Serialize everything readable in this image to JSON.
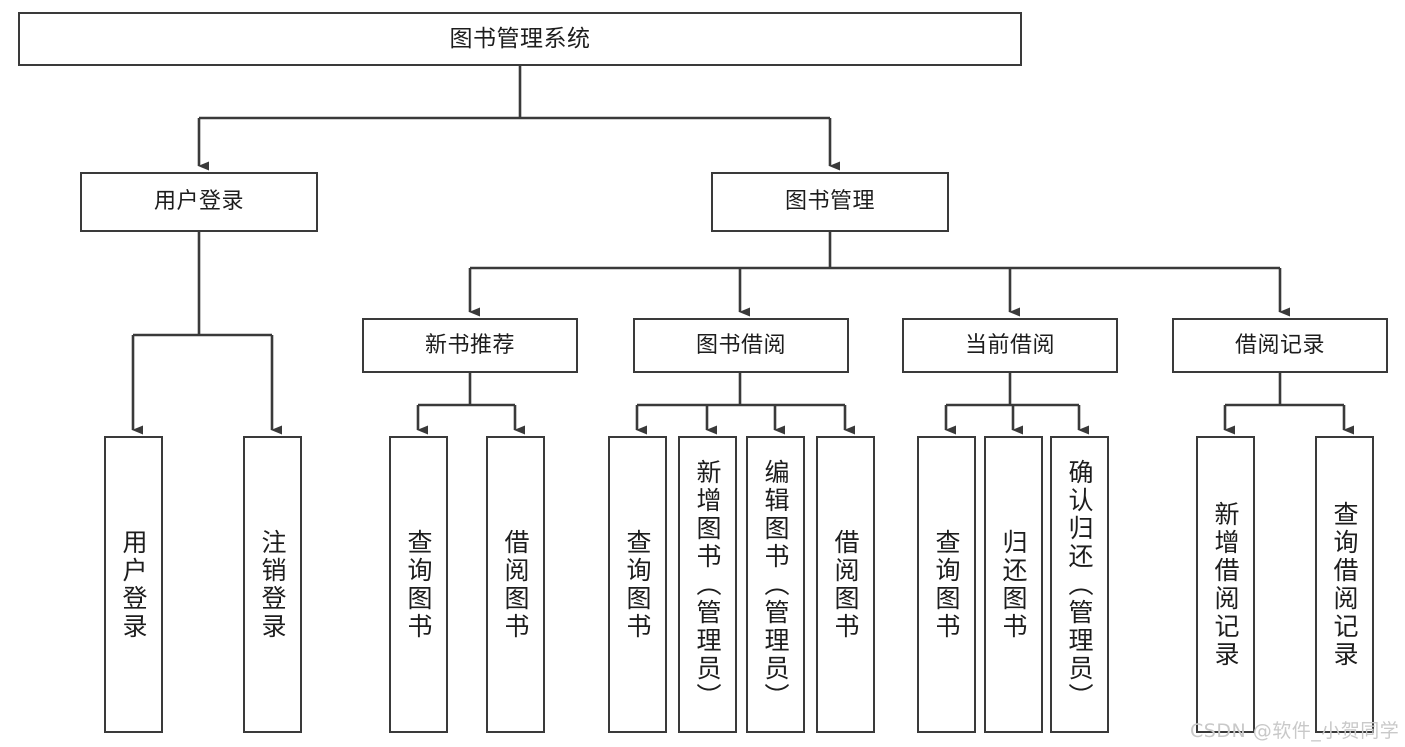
{
  "diagram": {
    "type": "tree-hierarchy-chart",
    "title": "图书管理系统",
    "style": {
      "box_border_color": "#3a3a3a",
      "box_fill_color": "#ffffff",
      "connector_color": "#3a3a3a",
      "text_color": "#1d1d1d",
      "background": "#ffffff",
      "watermark_color": "#c9c9c9"
    },
    "root": {
      "label": "图书管理系统"
    },
    "level2": [
      {
        "id": "user-login",
        "label": "用户登录"
      },
      {
        "id": "book-management",
        "label": "图书管理"
      }
    ],
    "level3": [
      {
        "id": "new-book-recommend",
        "label": "新书推荐",
        "parent": "book-management"
      },
      {
        "id": "book-borrow",
        "label": "图书借阅",
        "parent": "book-management"
      },
      {
        "id": "current-borrow",
        "label": "当前借阅",
        "parent": "book-management"
      },
      {
        "id": "borrow-record",
        "label": "借阅记录",
        "parent": "book-management"
      }
    ],
    "leaves": [
      {
        "id": "leaf-user-login",
        "label": "用户登录",
        "parent": "user-login"
      },
      {
        "id": "leaf-logout",
        "label": "注销登录",
        "parent": "user-login"
      },
      {
        "id": "leaf-query-book-1",
        "label": "查询图书",
        "parent": "new-book-recommend"
      },
      {
        "id": "leaf-borrow-book-1",
        "label": "借阅图书",
        "parent": "new-book-recommend"
      },
      {
        "id": "leaf-query-book-2",
        "label": "查询图书",
        "parent": "book-borrow"
      },
      {
        "id": "leaf-add-book",
        "label": "新增图书（管理员）",
        "parent": "book-borrow"
      },
      {
        "id": "leaf-edit-book",
        "label": "编辑图书（管理员）",
        "parent": "book-borrow"
      },
      {
        "id": "leaf-borrow-book-2",
        "label": "借阅图书",
        "parent": "book-borrow"
      },
      {
        "id": "leaf-query-book-3",
        "label": "查询图书",
        "parent": "current-borrow"
      },
      {
        "id": "leaf-return-book",
        "label": "归还图书",
        "parent": "current-borrow"
      },
      {
        "id": "leaf-confirm-return",
        "label": "确认归还（管理员）",
        "parent": "current-borrow"
      },
      {
        "id": "leaf-add-record",
        "label": "新增借阅记录",
        "parent": "borrow-record"
      },
      {
        "id": "leaf-query-record",
        "label": "查询借阅记录",
        "parent": "borrow-record"
      }
    ],
    "watermark": "CSDN @软件_小贺同学"
  }
}
